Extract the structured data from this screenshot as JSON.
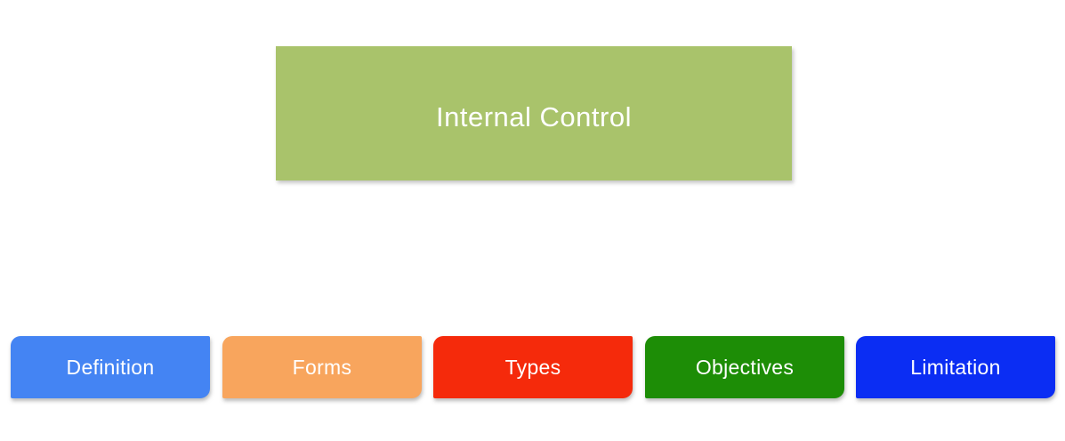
{
  "diagram": {
    "background": "#ffffff",
    "title": {
      "label": "Internal Control",
      "bg": "#a9c36b",
      "text_color": "#ffffff"
    },
    "nodes": [
      {
        "label": "Definition",
        "bg": "#4484f3",
        "text_color": "#ffffff"
      },
      {
        "label": "Forms",
        "bg": "#f8a55d",
        "text_color": "#ffffff"
      },
      {
        "label": "Types",
        "bg": "#f52a0b",
        "text_color": "#ffffff"
      },
      {
        "label": "Objectives",
        "bg": "#1d8d06",
        "text_color": "#ffffff"
      },
      {
        "label": "Limitation",
        "bg": "#0b2df3",
        "text_color": "#ffffff"
      }
    ]
  }
}
